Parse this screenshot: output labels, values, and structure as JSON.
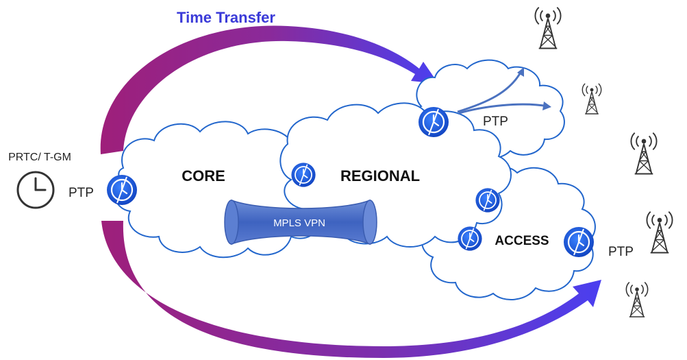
{
  "title": "Time Transfer",
  "source_label": "PRTC/ T-GM",
  "ptp_label": "PTP",
  "clouds": {
    "core": "CORE",
    "regional": "REGIONAL",
    "access": "ACCESS"
  },
  "tunnel_label": "MPLS VPN",
  "colors": {
    "title": "#3a3ad8",
    "cloud_stroke": "#2266cc",
    "clock_fill": "#1f5fe0",
    "tunnel": "#4a6fc4",
    "arrow_start": "#9e1f7a",
    "arrow_end": "#4a3ff0",
    "ptp_arrow": "#4b72c0"
  },
  "icons": [
    "wall-clock-icon",
    "ptp-clock-icon",
    "radio-tower-icon"
  ]
}
